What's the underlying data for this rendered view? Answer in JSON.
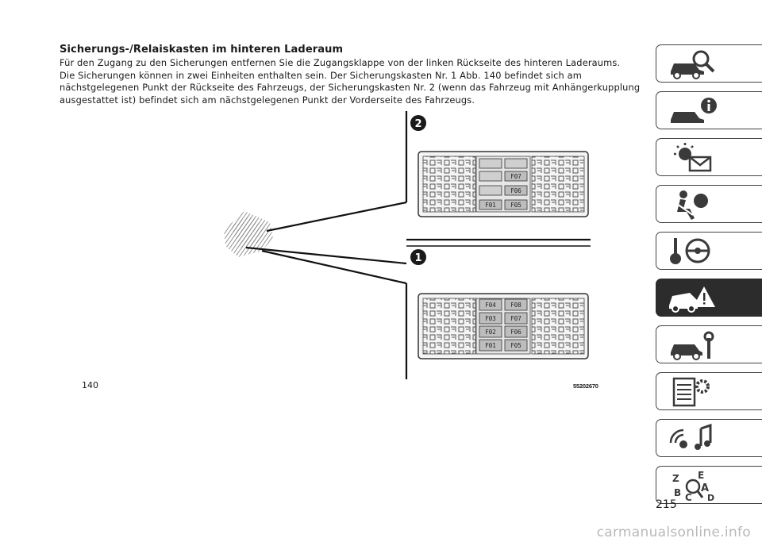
{
  "section": {
    "title": "Sicherungs-/Relaiskasten im hinteren Laderaum",
    "paragraphs": [
      "Für den Zugang zu den Sicherungen entfernen Sie die Zugangsklappe von der linken Rückseite des hinteren Laderaums.",
      "Die Sicherungen können in zwei Einheiten enthalten sein. Der Sicherungskasten Nr. 1 Abb. 140 befindet sich am nächstgelegenen Punkt der Rückseite des Fahrzeugs, der Sicherungskasten Nr. 2 (wenn das Fahrzeug mit Anhängerkupplung ausgestattet ist) befindet sich am nächstgelegenen Punkt der Vorderseite des Fahrzeugs."
    ]
  },
  "figure": {
    "number": "140",
    "code": "55202670",
    "callouts": [
      "2",
      "1"
    ],
    "box2_fuses": [
      "F07",
      "F06",
      "F01",
      "F05"
    ],
    "box1_fuses": [
      "F04",
      "F08",
      "F03",
      "F07",
      "F02",
      "F06",
      "F01",
      "F05"
    ]
  },
  "page_number": "215",
  "footer": {
    "url": "carmanualsonline.info"
  },
  "tabs": [
    {
      "icon": "car-magnifier-icon",
      "active": false
    },
    {
      "icon": "car-info-icon",
      "active": false
    },
    {
      "icon": "warning-light-envelope-icon",
      "active": false
    },
    {
      "icon": "seat-airbag-icon",
      "active": false
    },
    {
      "icon": "key-steering-wheel-icon",
      "active": false
    },
    {
      "icon": "car-breakdown-warning-icon",
      "active": true
    },
    {
      "icon": "car-wrench-icon",
      "active": false
    },
    {
      "icon": "document-gear-icon",
      "active": false
    },
    {
      "icon": "antenna-music-icon",
      "active": false
    },
    {
      "icon": "alphabet-index-icon",
      "active": false
    }
  ]
}
